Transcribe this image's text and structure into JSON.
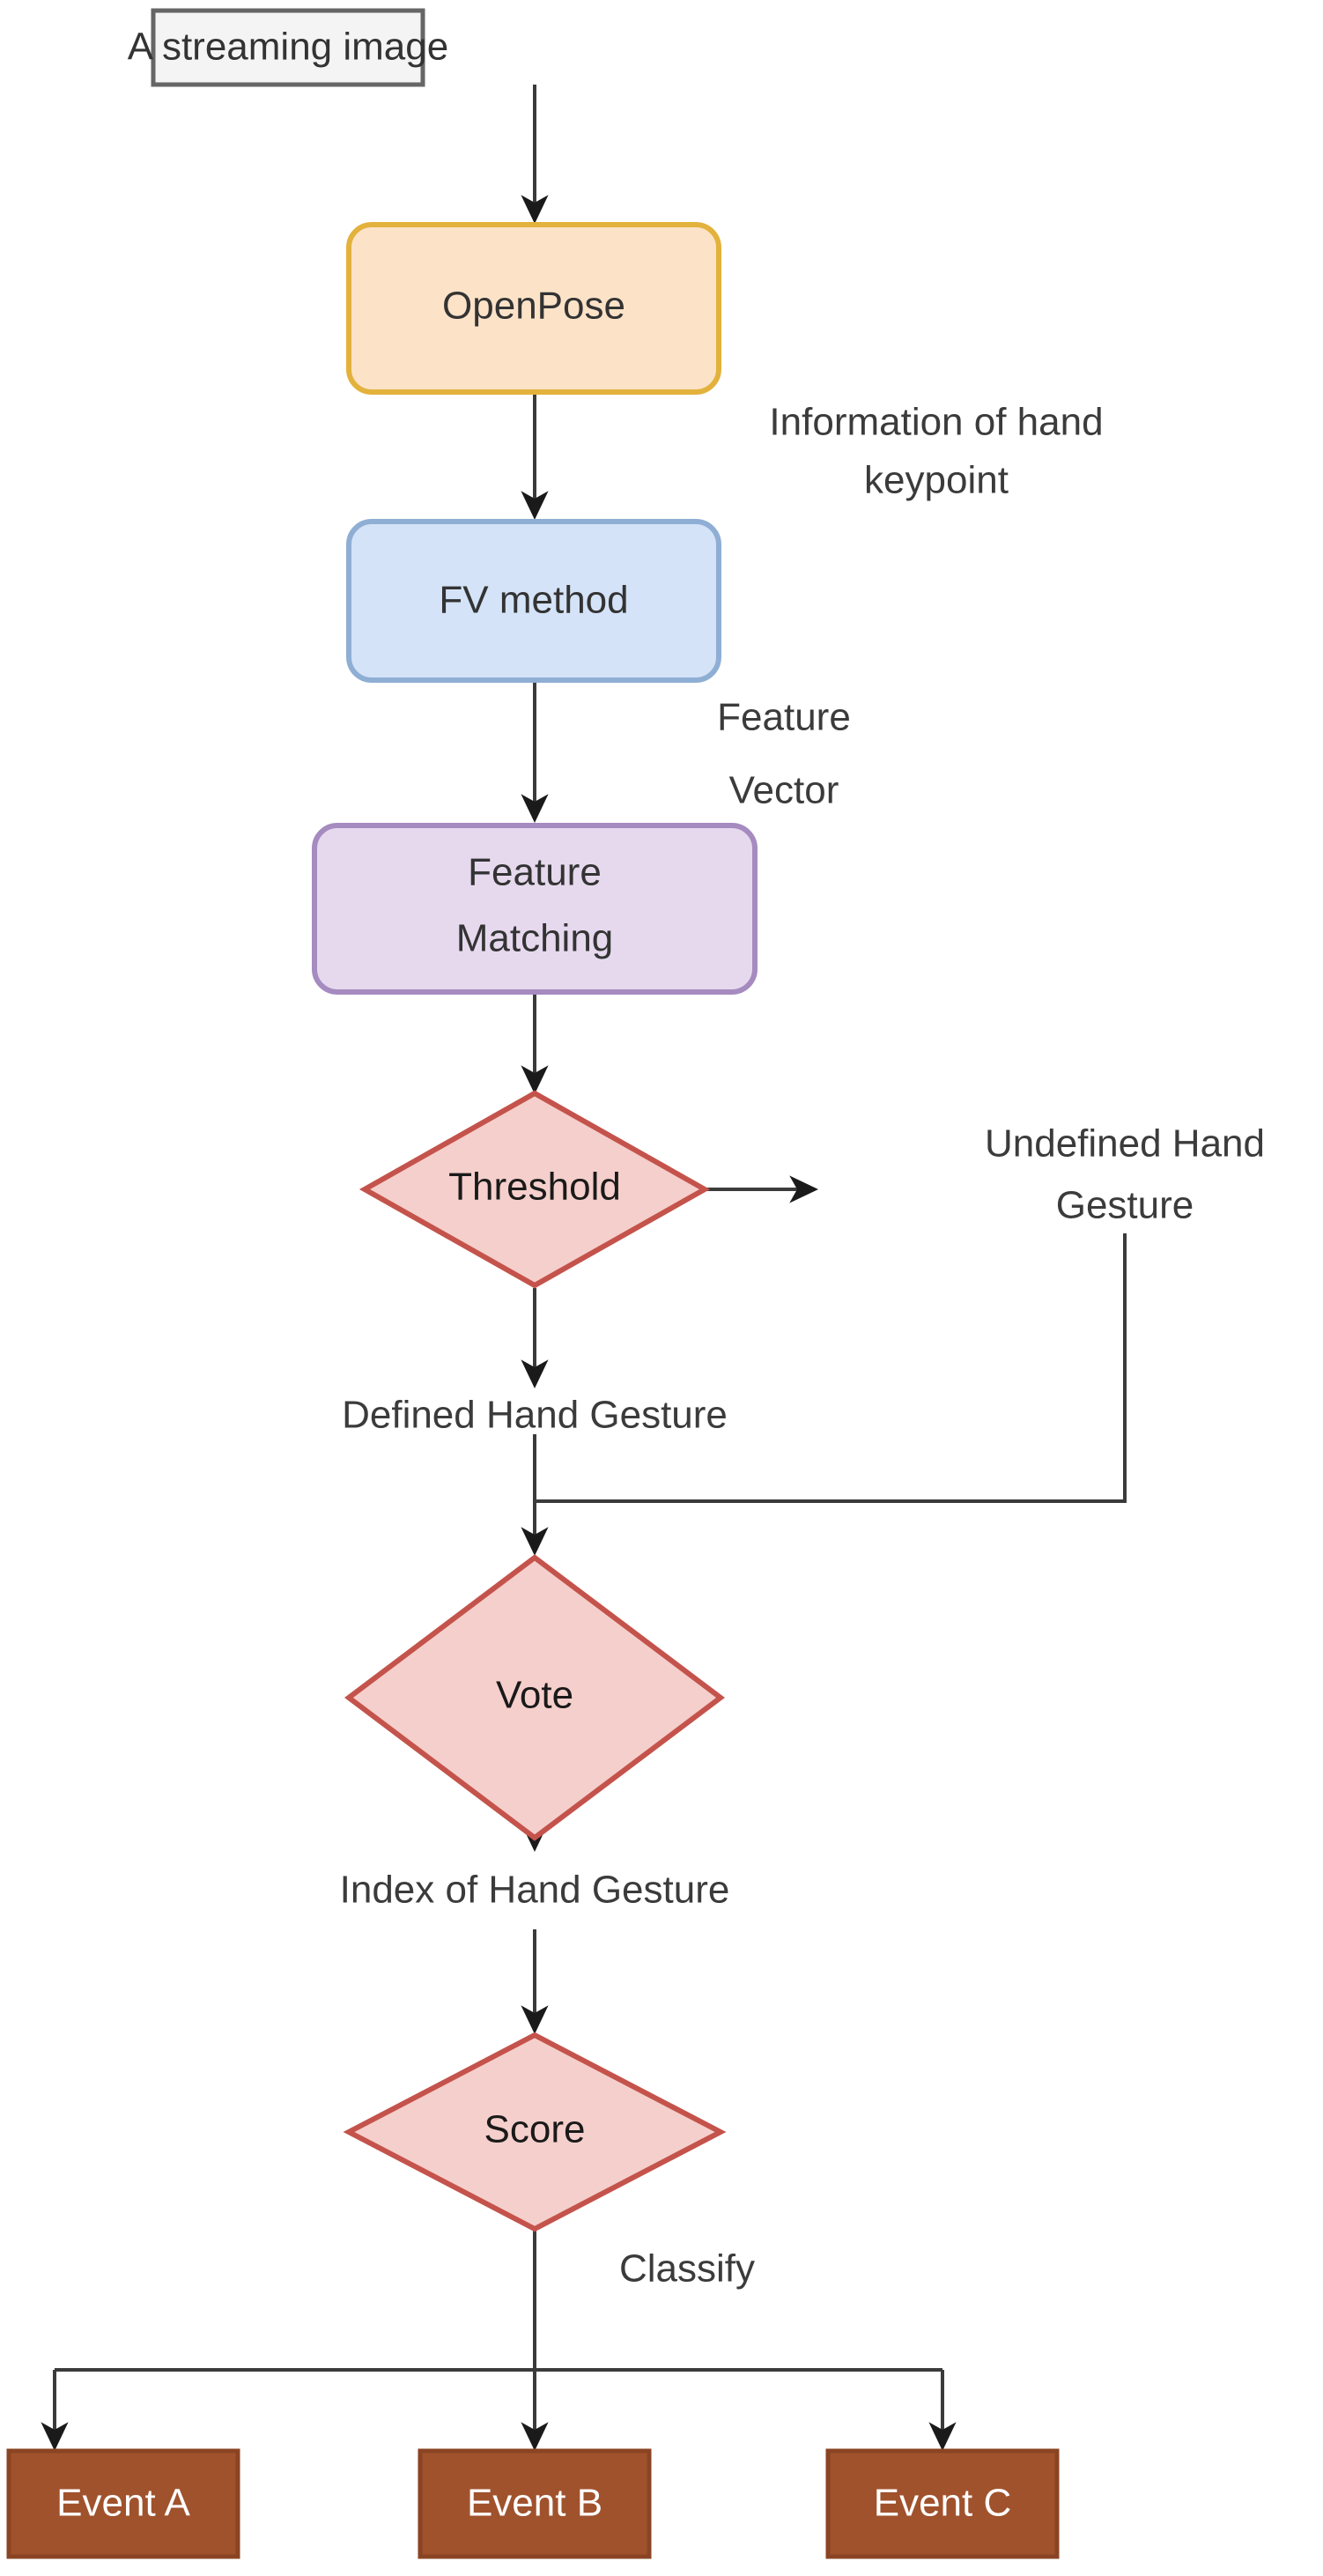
{
  "diagram": {
    "title": "Hand gesture recognition pipeline flowchart",
    "nodes": [
      {
        "id": "streaming-image",
        "label": "A streaming image",
        "shape": "rectangle",
        "fill": "#f4f4f4",
        "stroke": "#666666"
      },
      {
        "id": "openpose",
        "label": "OpenPose",
        "shape": "rounded-rectangle",
        "fill": "#fce3c8",
        "stroke": "#e3b23c"
      },
      {
        "id": "fv-method",
        "label": "FV method",
        "shape": "rounded-rectangle",
        "fill": "#d4e3f7",
        "stroke": "#8faed4"
      },
      {
        "id": "feature-matching",
        "label_line1": "Feature",
        "label_line2": "Matching",
        "shape": "rounded-rectangle",
        "fill": "#e6d9ee",
        "stroke": "#a58bc0"
      },
      {
        "id": "threshold",
        "label": "Threshold",
        "shape": "diamond",
        "fill": "#f5cfcb",
        "stroke": "#c4534c"
      },
      {
        "id": "vote",
        "label": "Vote",
        "shape": "diamond",
        "fill": "#f5cfcb",
        "stroke": "#c4534c"
      },
      {
        "id": "score",
        "label": "Score",
        "shape": "diamond",
        "fill": "#f5cfcb",
        "stroke": "#c4534c"
      },
      {
        "id": "event-a",
        "label": "Event A",
        "shape": "rectangle",
        "fill": "#a0522d",
        "stroke": "#8a4423"
      },
      {
        "id": "event-b",
        "label": "Event B",
        "shape": "rectangle",
        "fill": "#a0522d",
        "stroke": "#8a4423"
      },
      {
        "id": "event-c",
        "label": "Event C",
        "shape": "rectangle",
        "fill": "#a0522d",
        "stroke": "#8a4423"
      }
    ],
    "edge_labels": {
      "info_hand_keypoint_line1": "Information of hand",
      "info_hand_keypoint_line2": "keypoint",
      "feature_vector_line1": "Feature",
      "feature_vector_line2": "Vector",
      "undefined_hand_gesture_line1": "Undefined Hand",
      "undefined_hand_gesture_line2": "Gesture",
      "defined_hand_gesture": "Defined Hand Gesture",
      "index_of_hand_gesture": "Index of Hand Gesture",
      "classify": "Classify"
    },
    "colors": {
      "connector": "#3b3b3b",
      "text": "#333333",
      "canvas": "#ffffff"
    }
  }
}
